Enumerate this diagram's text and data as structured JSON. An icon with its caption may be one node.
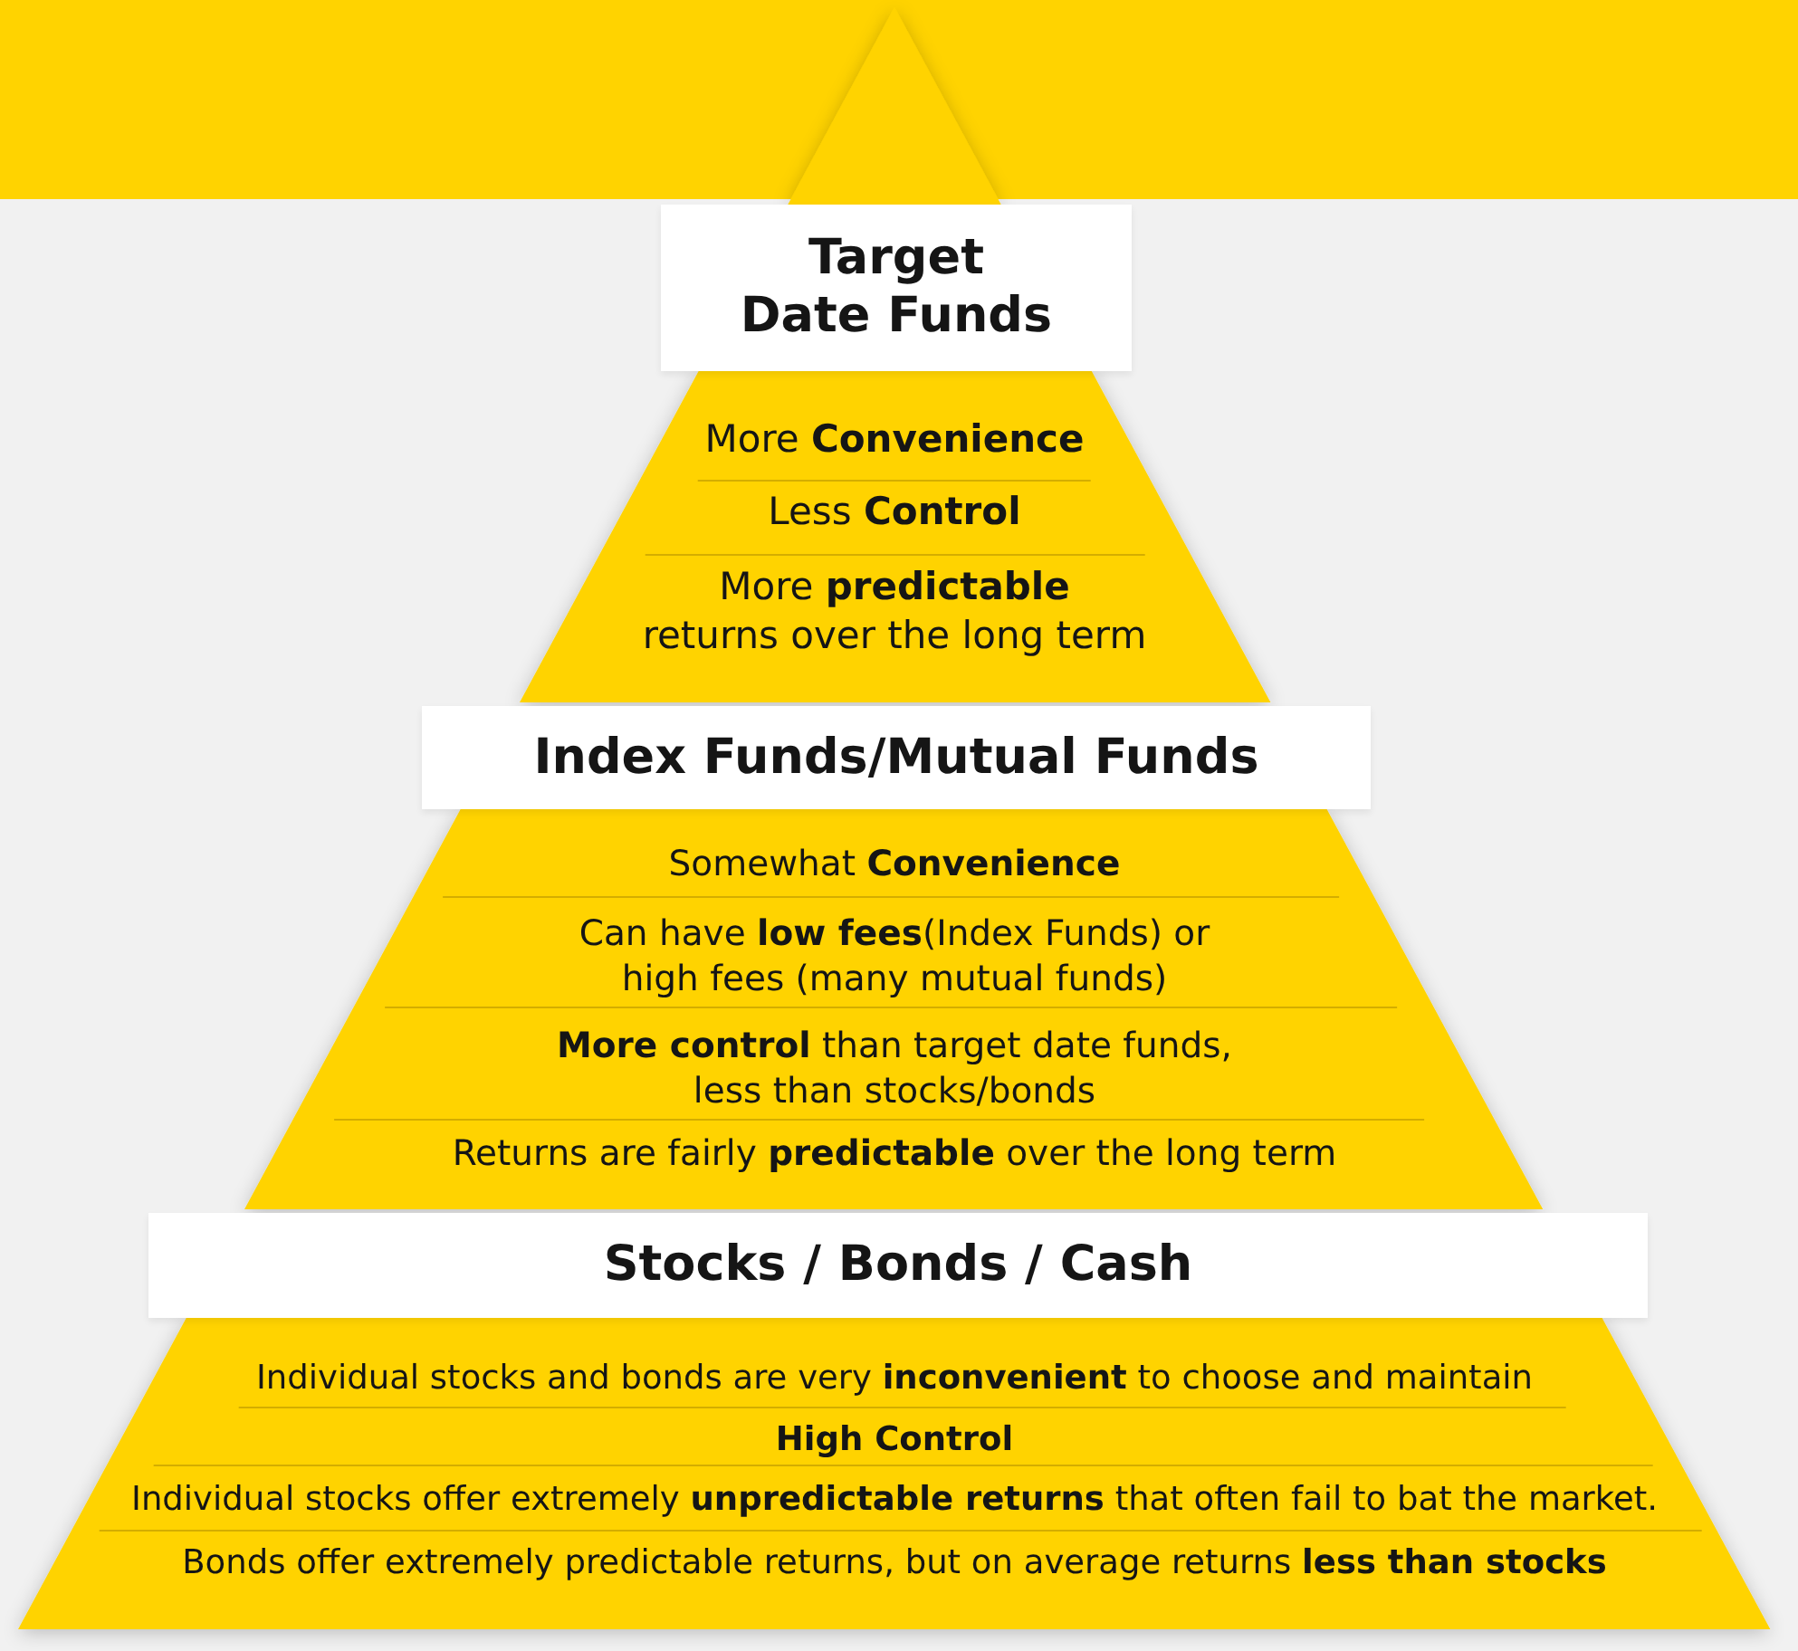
{
  "diagram": {
    "nodes": [
      {
        "text": [
          "Target Date Funds",
          "More **Convenience**",
          "Less **Control**",
          "More **predictable** returns over the long term"
        ]
      },
      {
        "text": [
          "Index Funds/Mutual Funds",
          "Somewhat **Convenience**",
          "Can have **low fees**(Index Funds) or high fees (many mutual funds)",
          "**More control** than target date funds, less than stocks/bonds",
          "Returns are fairly **predictable** over the long term"
        ]
      },
      {
        "text": [
          "Stocks / Bonds / Cash",
          "Individual stocks and bonds are very **inconvenient** to choose and maintain",
          "High Control",
          "Individual stocks offer extremely **unpredictable returns** that often fail to bat the market.",
          "Bonds offer extremely predictable returns, but on average returns **less than stocks**"
        ]
      }
    ]
  }
}
